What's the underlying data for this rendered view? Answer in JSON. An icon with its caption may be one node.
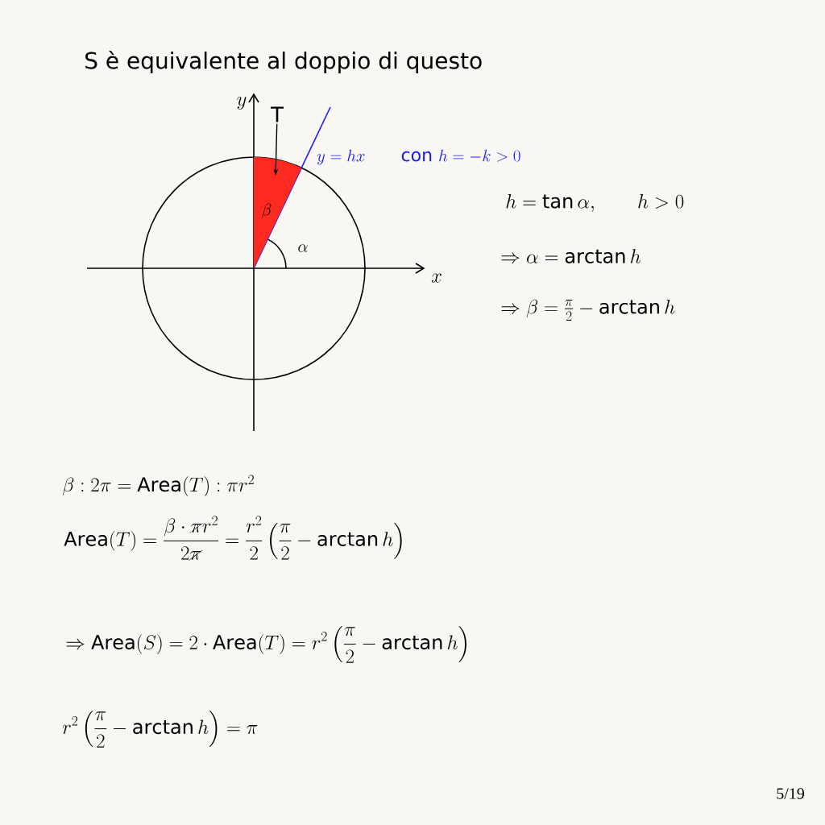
{
  "diagram": {
    "title": "S è equivalente al doppio di questo",
    "nodes": [
      {
        "text": [
          "T"
        ]
      },
      {
        "text": [],
        "shape": "sector"
      }
    ],
    "edges": [
      {
        "from": 0,
        "to": 1,
        "arrow": "to"
      }
    ],
    "labels": [
      "y",
      "x",
      "\\beta",
      "\\alpha",
      "y = hx \\qquad \\mathrm{con}\\ h = -k > 0",
      "h = \\tan\\alpha , \\qquad h > 0",
      "\\Rightarrow \\alpha = \\arctan h",
      "\\Rightarrow \\beta = \\frac{\\pi}{2} - \\arctan h",
      "\\beta : 2\\pi = \\mathrm{Area}(T) : \\pi r^2",
      "\\mathrm{Area}(T) = \\frac{\\beta \\cdot \\cancel{\\pi} r^2}{2\\cancel{\\pi}} = \\frac{r^2}{2}\\left(\\frac{\\pi}{2} - \\arctan h\\right)",
      "\\Rightarrow \\mathrm{Area}(S) = 2 \\cdot \\mathrm{Area}(T) = r^2\\left(\\frac{\\pi}{2} - \\arctan h\\right)",
      "r^2\\left(\\frac{\\pi}{2} - \\arctan h\\right) = \\pi",
      "5/19"
    ]
  }
}
